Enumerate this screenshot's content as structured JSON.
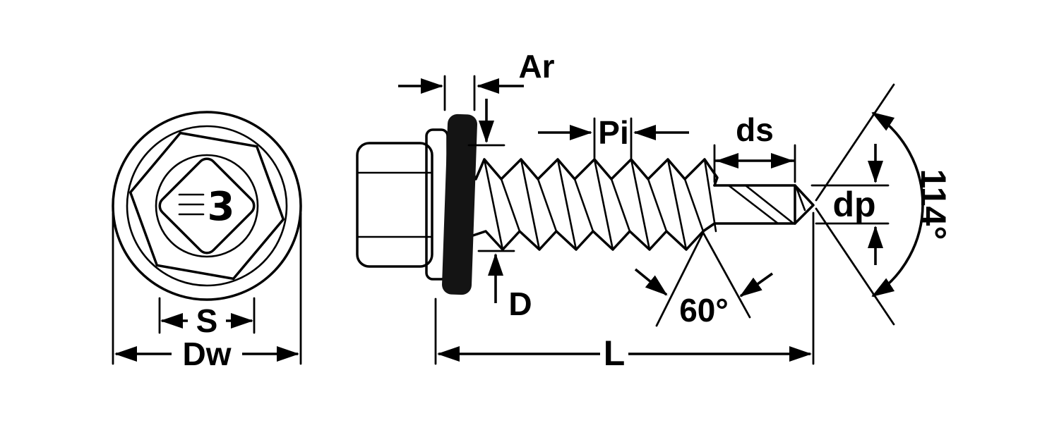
{
  "diagram": {
    "logo_glyph": "3",
    "labels": {
      "s": "S",
      "dw": "Dw",
      "ar": "Ar",
      "pi": "Pi",
      "ds": "ds",
      "dp": "dp",
      "d": "D",
      "l": "L",
      "point_angle": "114°",
      "thread_angle": "60°"
    },
    "colors": {
      "line": "#000000",
      "washer": "#141414",
      "background": "#ffffff"
    }
  }
}
